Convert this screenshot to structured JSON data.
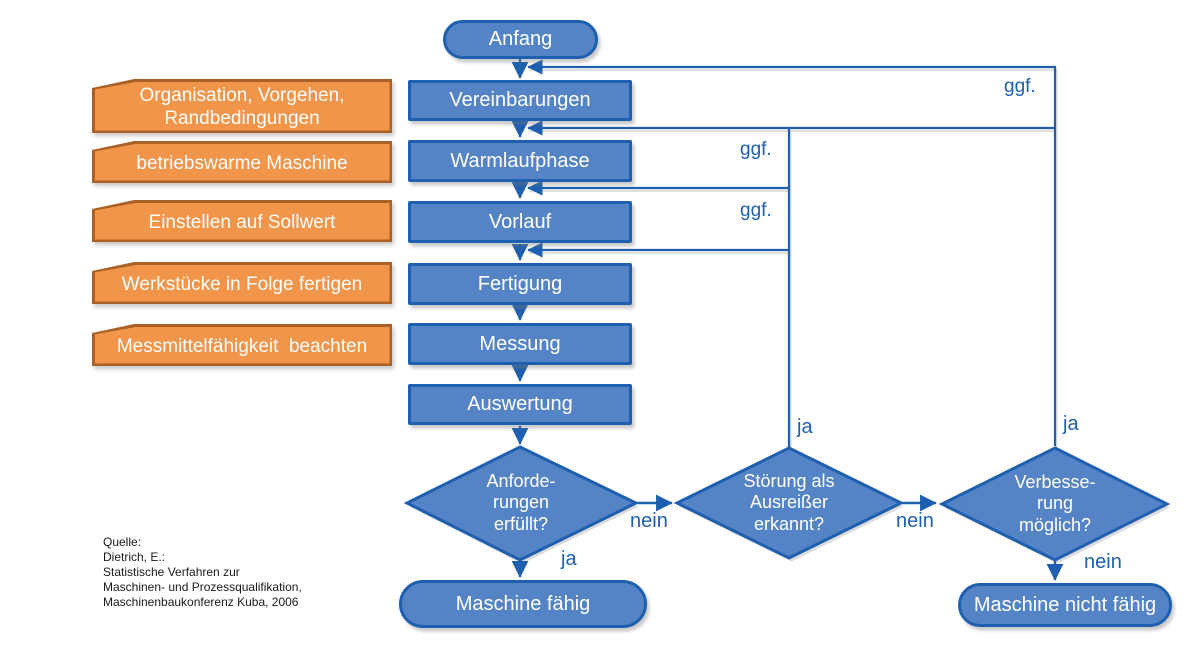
{
  "flow": {
    "start": "Anfang",
    "steps": [
      "Vereinbarungen",
      "Warmlaufphase",
      "Vorlauf",
      "Fertigung",
      "Messung",
      "Auswertung"
    ],
    "decisions": [
      "Anforde-\nrungen\nerfüllt?",
      "Störung als\nAusreißer\nerkannt?",
      "Verbesse-\nrung\nmöglich?"
    ],
    "end_pass": "Maschine fähig",
    "end_fail": "Maschine nicht fähig"
  },
  "notes": [
    "Organisation, Vorgehen,\nRandbedingungen",
    "betriebswarme Maschine",
    "Einstellen auf Sollwert",
    "Werkstücke in Folge fertigen",
    "Messmittelfähigkeit  beachten"
  ],
  "labels": {
    "ggf": "ggf.",
    "ja": "ja",
    "nein": "nein"
  },
  "source": {
    "text": "Quelle:\nDietrich, E.:\nStatistische Verfahren zur\nMaschinen- und Prozessqualifikation,\nMaschinenbaukonferenz Kuba, 2006"
  },
  "colors": {
    "blue-fill": "#5584C6",
    "blue-border": "#1F5FAF",
    "orange-fill": "#F0954A",
    "orange-border": "#A96127",
    "label-text": "#1F5FAF",
    "shape-text": "#FFFFFF",
    "source-text": "#1A1A1A",
    "background": "#FFFFFF"
  }
}
